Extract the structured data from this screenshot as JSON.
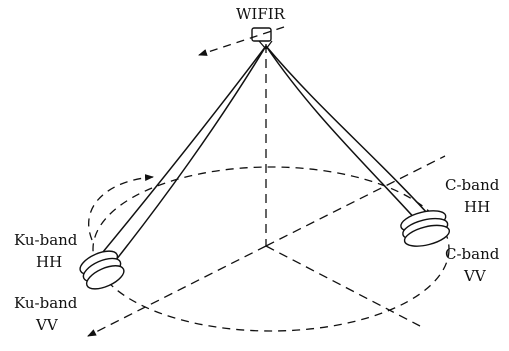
{
  "diagram": {
    "instrument_label": "WIFIR",
    "c_band": {
      "hh_line1": "C-band",
      "hh_line2": "HH",
      "vv_line1": "C-band",
      "vv_line2": "VV"
    },
    "ku_band": {
      "hh_line1": "Ku-band",
      "hh_line2": "HH",
      "vv_line1": "Ku-band",
      "vv_line2": "VV"
    },
    "stroke_color": "#111111"
  }
}
